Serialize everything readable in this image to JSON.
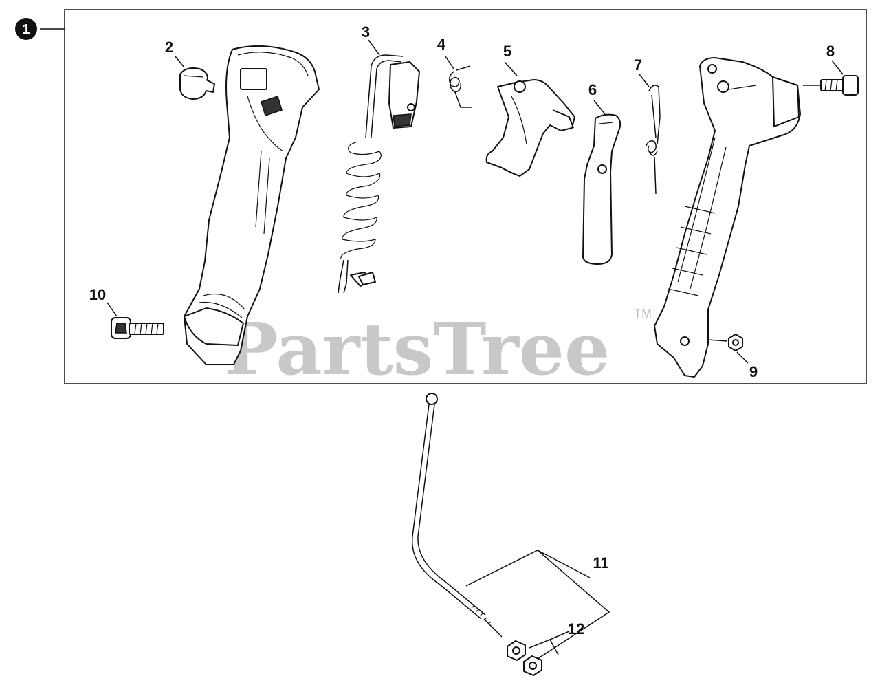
{
  "diagram": {
    "assembly_badge": "1",
    "callouts": [
      "2",
      "3",
      "4",
      "5",
      "6",
      "7",
      "8",
      "9",
      "10",
      "11",
      "12"
    ],
    "watermark": "PartsTree",
    "trademark": "TM"
  }
}
